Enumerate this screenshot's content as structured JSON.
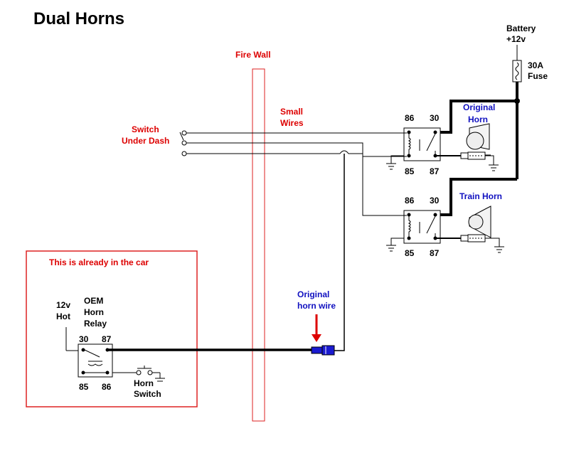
{
  "title": "Dual Horns",
  "labels": {
    "battery": [
      "Battery",
      "+12v"
    ],
    "fuse": [
      "30A",
      "Fuse"
    ],
    "firewall": "Fire Wall",
    "small_wires": [
      "Small",
      "Wires"
    ],
    "switch": [
      "Switch",
      "Under Dash"
    ],
    "original_horn": [
      "Original",
      "Horn"
    ],
    "train_horn": "Train Horn",
    "already_in_car": "This is already in the car",
    "oem_relay": [
      "OEM",
      "Horn",
      "Relay"
    ],
    "hot": [
      "12v",
      "Hot"
    ],
    "horn_switch": [
      "Horn",
      "Switch"
    ],
    "original_horn_wire": [
      "Original",
      "horn wire"
    ]
  },
  "relay_pins": {
    "top_left": "86",
    "top_right": "30",
    "bottom_left": "85",
    "bottom_right": "87"
  },
  "oem_relay_pins": {
    "top_left": "30",
    "top_right": "87",
    "bottom_left": "85",
    "bottom_right": "86"
  },
  "colors": {
    "red_label": "#dd0000",
    "blue_label": "#1010c0",
    "wire": "#000000",
    "connector": "#1a1ad0",
    "arrow": "#dd0000",
    "box_outline": "#dd2222"
  }
}
